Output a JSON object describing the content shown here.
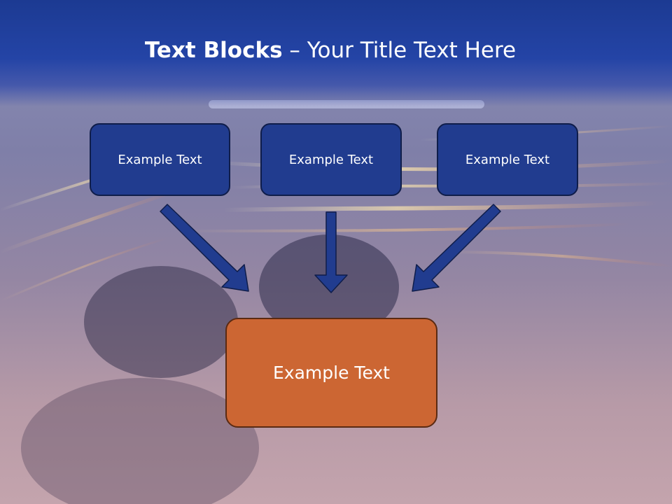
{
  "title": {
    "bold": "Text Blocks",
    "rest": " – Your Title Text Here"
  },
  "blocks": [
    {
      "label": "Example Text"
    },
    {
      "label": "Example Text"
    },
    {
      "label": "Example Text"
    }
  ],
  "result": {
    "label": "Example Text"
  },
  "colors": {
    "title_bar": "#2444a6",
    "block_fill": "#213c8f",
    "arrow_fill": "#213c8f",
    "result_fill": "#cc6633"
  }
}
